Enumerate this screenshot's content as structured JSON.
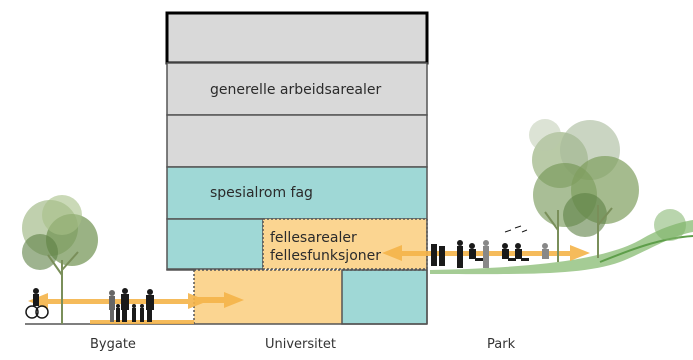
{
  "floors": {
    "general_label": "generelle arbeidsarealer",
    "special_label": "spesialrom fag",
    "shared_line1": "fellesarealer",
    "shared_line2": "fellesfunksjoner"
  },
  "places": {
    "street": "Bygate",
    "university": "Universitet",
    "park": "Park"
  },
  "colors": {
    "grey": "#d9d9d9",
    "teal": "#9fd8d6",
    "yellow": "#fbd591",
    "arrow": "#f5b44a",
    "tree": "#7f9e5e",
    "person": "#1a1a1a"
  }
}
